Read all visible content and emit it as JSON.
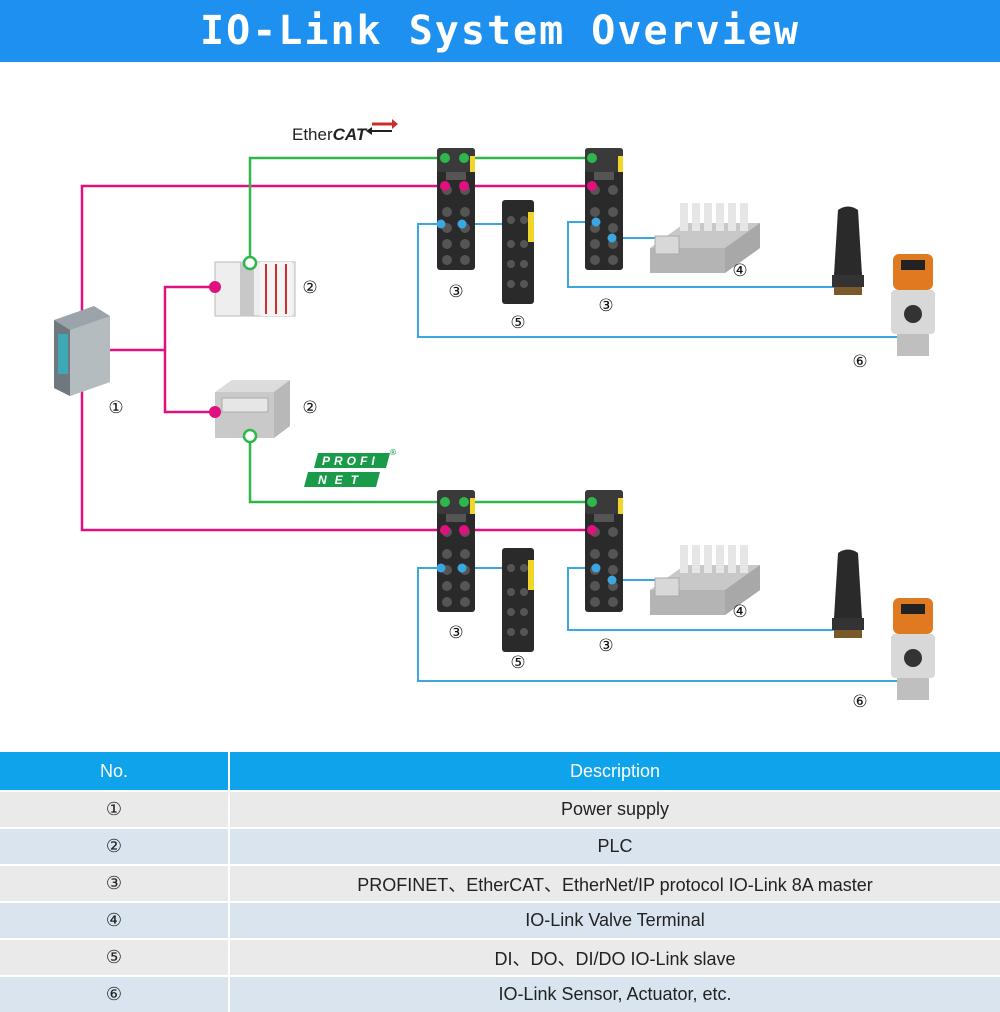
{
  "title": "IO-Link System Overview",
  "ethercat_logo": {
    "part1": "Ether",
    "part2": "CAT"
  },
  "profinet_logo": {
    "line1": "PROFI",
    "line2": "NET",
    "reg": "®"
  },
  "callouts": {
    "power_supply": "①",
    "plc_top": "②",
    "plc_bottom": "②",
    "master_a1": "③",
    "master_a2": "③",
    "master_b1": "③",
    "master_b2": "③",
    "valve_top": "④",
    "valve_bottom": "④",
    "slave_top": "⑤",
    "slave_bottom": "⑤",
    "sensor_top": "⑥",
    "sensor_bottom": "⑥"
  },
  "colors": {
    "header_bg": "#1e90f0",
    "power_line": "#e0117f",
    "network_line": "#2eb84b",
    "iolink_line": "#3aa7e0",
    "table_header_bg": "#0ea3ea"
  },
  "table": {
    "headers": {
      "no": "No.",
      "description": "Description"
    },
    "rows": [
      {
        "no": "①",
        "description": "Power supply"
      },
      {
        "no": "②",
        "description": "PLC"
      },
      {
        "no": "③",
        "description": "PROFINET、EtherCAT、EtherNet/IP protocol IO-Link  8A master"
      },
      {
        "no": "④",
        "description": "IO-Link Valve Terminal"
      },
      {
        "no": "⑤",
        "description": "DI、DO、DI/DO IO-Link slave"
      },
      {
        "no": "⑥",
        "description": "IO-Link Sensor, Actuator, etc."
      }
    ]
  }
}
